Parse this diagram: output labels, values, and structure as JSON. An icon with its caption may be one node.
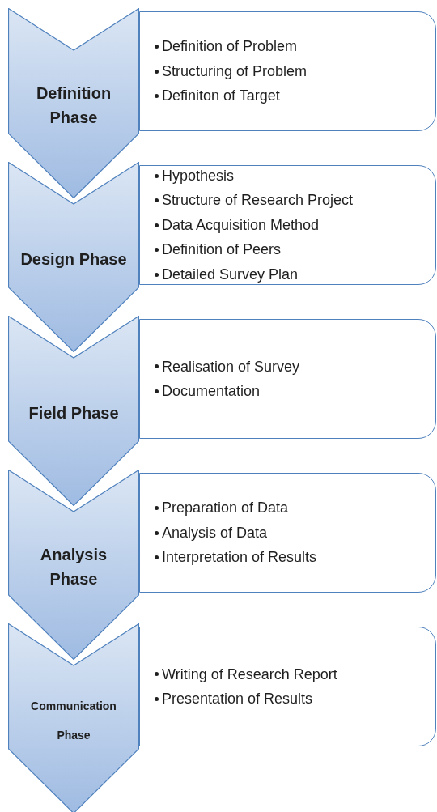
{
  "diagram": {
    "nodes": [
      {
        "text": [
          "Definition Phase"
        ]
      },
      {
        "text": [
          "Definition of Problem",
          "Structuring of Problem",
          "Definiton of Target"
        ]
      },
      {
        "text": [
          "Design Phase"
        ]
      },
      {
        "text": [
          "Hypothesis",
          "Structure of Research Project",
          "Data Acquisition Method",
          "Definition of Peers",
          "Detailed Survey Plan"
        ]
      },
      {
        "text": [
          "Field Phase"
        ]
      },
      {
        "text": [
          "Realisation of Survey",
          "Documentation"
        ]
      },
      {
        "text": [
          "Analysis Phase"
        ]
      },
      {
        "text": [
          "Preparation of Data",
          "Analysis of Data",
          "Interpretation of Results"
        ]
      },
      {
        "text": [
          "Communication Phase"
        ]
      },
      {
        "text": [
          "Writing of Research Report",
          "Presentation of Results"
        ]
      }
    ]
  }
}
